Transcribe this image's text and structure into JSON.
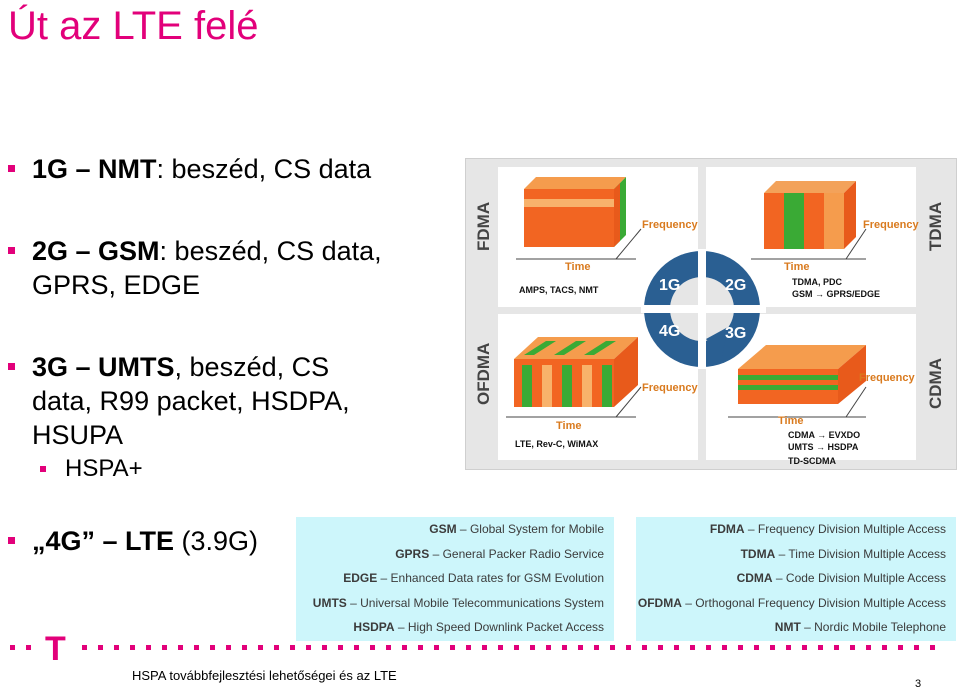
{
  "slide": {
    "title": "Út az LTE felé",
    "bullets": [
      {
        "bold": "1G – NMT",
        "rest": ": beszéd, CS data"
      },
      {
        "bold": "2G – GSM",
        "rest": ": beszéd, CS data,",
        "line2": "GPRS, EDGE"
      },
      {
        "bold": "3G – UMTS",
        "rest": ", beszéd, CS",
        "line2": "data, R99 packet, HSDPA,",
        "line3": "HSUPA"
      },
      {
        "bold": "„4G” – LTE",
        "rest": " (3.9G)"
      }
    ],
    "sub_bullet": "HSPA+",
    "footer": "HSPA továbbfejlesztési lehetőségei és az LTE",
    "page_number": "3"
  },
  "diagram": {
    "labels": {
      "fdma": "FDMA",
      "tdma": "TDMA",
      "ofdma": "OFDMA",
      "cdma": "CDMA"
    },
    "frequency": "Frequency",
    "time": "Time",
    "generations": [
      "1G",
      "2G",
      "3G",
      "4G"
    ],
    "tech_fdma": "AMPS, TACS, NMT",
    "tech_tdma_1": "TDMA, PDC",
    "tech_tdma_2": "GSM → GPRS/EDGE",
    "tech_ofdma": "LTE, Rev-C, WiMAX",
    "tech_cdma_1": "CDMA → EVXDO",
    "tech_cdma_2": "UMTS → HSDPA",
    "tech_cdma_3": "TD-SCDMA"
  },
  "abbreviations_left": [
    {
      "abbr": "GSM",
      "desc": "Global System for Mobile"
    },
    {
      "abbr": "GPRS",
      "desc": "General Packer Radio Service"
    },
    {
      "abbr": "EDGE",
      "desc": "Enhanced Data rates for GSM Evolution"
    },
    {
      "abbr": "UMTS",
      "desc": "Universal Mobile Telecommunications System"
    },
    {
      "abbr": "HSDPA",
      "desc": "High Speed Downlink Packet Access"
    }
  ],
  "abbreviations_right": [
    {
      "abbr": "FDMA",
      "desc": "Frequency Division Multiple Access"
    },
    {
      "abbr": "TDMA",
      "desc": "Time Division Multiple Access"
    },
    {
      "abbr": "CDMA",
      "desc": "Code Division Multiple Access"
    },
    {
      "abbr": "OFDMA",
      "desc": "Orthogonal Frequency Division Multiple Access"
    },
    {
      "abbr": "NMT",
      "desc": "Nordic Mobile Telephone"
    }
  ],
  "colors": {
    "magenta": "#e2007a",
    "orange": "#f26522",
    "green": "#3aaa35",
    "abbr_bg": "#cdf6fb"
  }
}
